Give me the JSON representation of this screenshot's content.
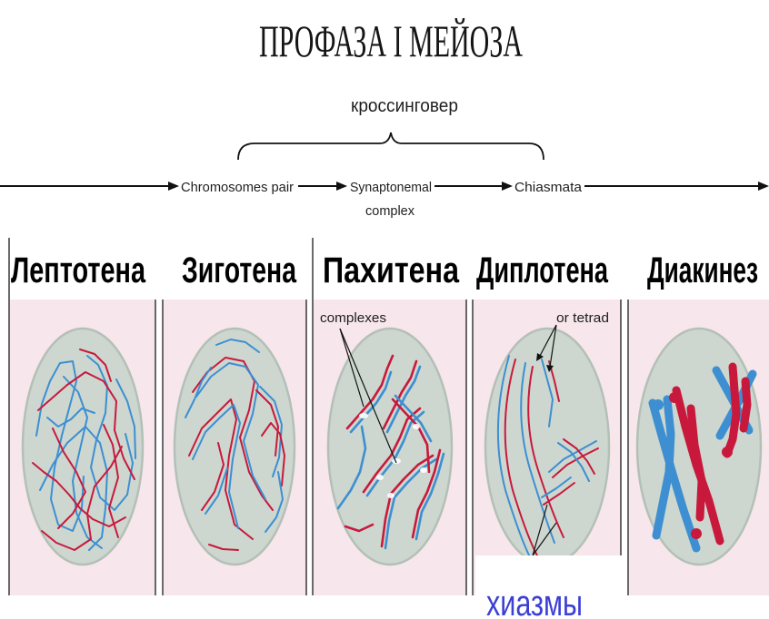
{
  "title": "ПРОФАЗА I МЕЙОЗА",
  "crossing_over": "кроссинговер",
  "timeline": {
    "chromosomes_pair": "Chromosomes pair",
    "synaptonemal_line1": "Synaptonemal",
    "synaptonemal_line2": "complex",
    "chiasmata": "Chiasmata"
  },
  "stages": [
    "Лептотена",
    "Зиготена",
    "Пахитена",
    "Диплотена",
    "Диакинез"
  ],
  "annotations": {
    "complexes": "complexes",
    "tetrad": "or tetrad",
    "chiasmata_ru": "хиазмы"
  },
  "colors": {
    "panel_background": "#f7e6eb",
    "nucleus_fill": "#cdd7d0",
    "nucleus_stroke": "#b3c0b7",
    "chromosome_red": "#c8193c",
    "chromosome_blue": "#3d8fd1",
    "annotation_blue": "#3b3fd4"
  }
}
